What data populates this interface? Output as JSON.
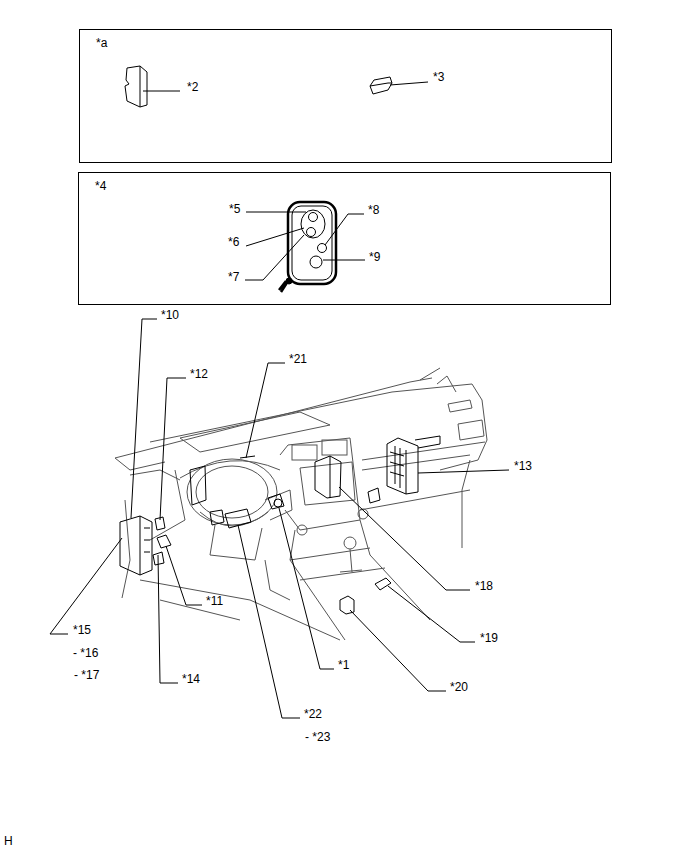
{
  "diagram": {
    "nodes": [
      {
        "text": [
          "*a"
        ]
      },
      {
        "text": [
          "*4"
        ]
      }
    ],
    "labels": [
      "*2",
      "*3",
      "*5",
      "*8",
      "*6",
      "*9",
      "*7",
      "*10",
      "*21",
      "*12",
      "*13",
      "*18",
      "*11",
      "*19",
      "*15",
      "- *16",
      "*1",
      "- *17",
      "*14",
      "*20",
      "*22",
      "- *23",
      "H"
    ]
  }
}
